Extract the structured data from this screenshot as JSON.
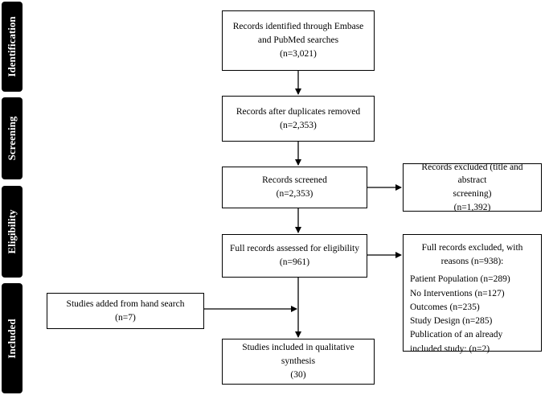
{
  "phases": {
    "identification": "Identification",
    "screening": "Screening",
    "eligibility": "Eligibility",
    "included": "Included"
  },
  "boxes": {
    "identified": {
      "line1": "Records identified through Embase",
      "line2": "and PubMed searches",
      "count": "(n=3,021)"
    },
    "duplicates": {
      "line1": "Records after duplicates removed",
      "count": "(n=2,353)"
    },
    "screened": {
      "line1": "Records screened",
      "count": "(n=2,353)"
    },
    "excluded_screen": {
      "line1": "Records excluded (title and abstract",
      "line2": "screening)",
      "count": "(n=1,392)"
    },
    "full_assessed": {
      "line1": "Full records assessed for eligibility",
      "count": "(n=961)"
    },
    "full_excluded": {
      "head1": "Full records excluded, with",
      "head2": "reasons (n=938):",
      "items": [
        "Patient Population (n=289)",
        "No Interventions (n=127)",
        "Outcomes (n=235)",
        "Study Design (n=285)",
        "Publication of an already",
        "included study: (n=2)"
      ]
    },
    "hand_search": {
      "line1": "Studies added from hand search",
      "count": "(n=7)"
    },
    "included_studies": {
      "line1": "Studies included in qualitative",
      "line2": "synthesis",
      "count": "(30)"
    }
  }
}
